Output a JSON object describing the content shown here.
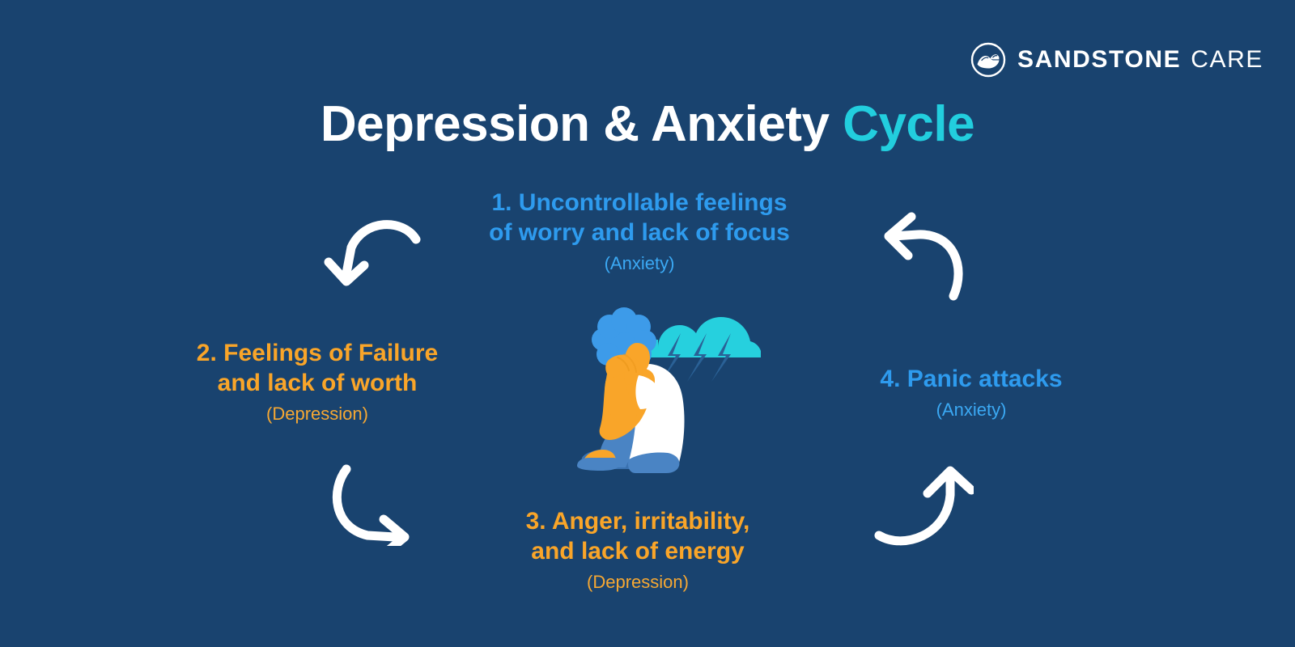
{
  "brand": {
    "logo_icon": "sandstone-mountain-circle-icon",
    "name_part_1": "SANDSTONE",
    "name_part_2": "CARE"
  },
  "title": {
    "main": "Depression & Anxiety",
    "accent": "Cycle"
  },
  "colors": {
    "background": "#19436F",
    "title_main": "#FFFFFF",
    "title_accent": "#22CEDE",
    "anxiety": "#2E9BEE",
    "anxiety_sub": "#3BA9F4",
    "depression": "#F9A529",
    "depression_sub": "#F6A833",
    "arrow": "#FFFFFF",
    "cloud": "#26D0DE",
    "lightning": "#2A6196",
    "hair": "#3D9BE9",
    "skin": "#F9A529",
    "shirt": "#FFFFFF",
    "jeans": "#4A84C4",
    "jeans_dark": "#3A72B0"
  },
  "steps": [
    {
      "id": 1,
      "category": "anxiety",
      "title": "1. Uncontrollable feelings\nof worry and lack of focus",
      "subtitle": "(Anxiety)"
    },
    {
      "id": 2,
      "category": "depression",
      "title": "2. Feelings of Failure\nand lack of worth",
      "subtitle": "(Depression)"
    },
    {
      "id": 3,
      "category": "depression",
      "title": "3. Anger, irritability,\nand lack of energy",
      "subtitle": "(Depression)"
    },
    {
      "id": 4,
      "category": "anxiety",
      "title": "4. Panic attacks",
      "subtitle": "(Anxiety)"
    }
  ],
  "arrows": [
    {
      "name": "curved-arrow-down-left-icon",
      "from_step": 1,
      "to_step": 2
    },
    {
      "name": "curved-arrow-right-icon",
      "from_step": 2,
      "to_step": 3
    },
    {
      "name": "curved-arrow-up-right-icon",
      "from_step": 3,
      "to_step": 4
    },
    {
      "name": "curved-arrow-left-icon",
      "from_step": 4,
      "to_step": 1
    }
  ],
  "illustration": {
    "name": "sad-person-sitting-with-storm-cloud-illustration",
    "elements": [
      "storm-cloud-icon",
      "lightning-bolt-icon",
      "person-head-in-hands-figure"
    ],
    "lightning_bolt_count": 3
  }
}
